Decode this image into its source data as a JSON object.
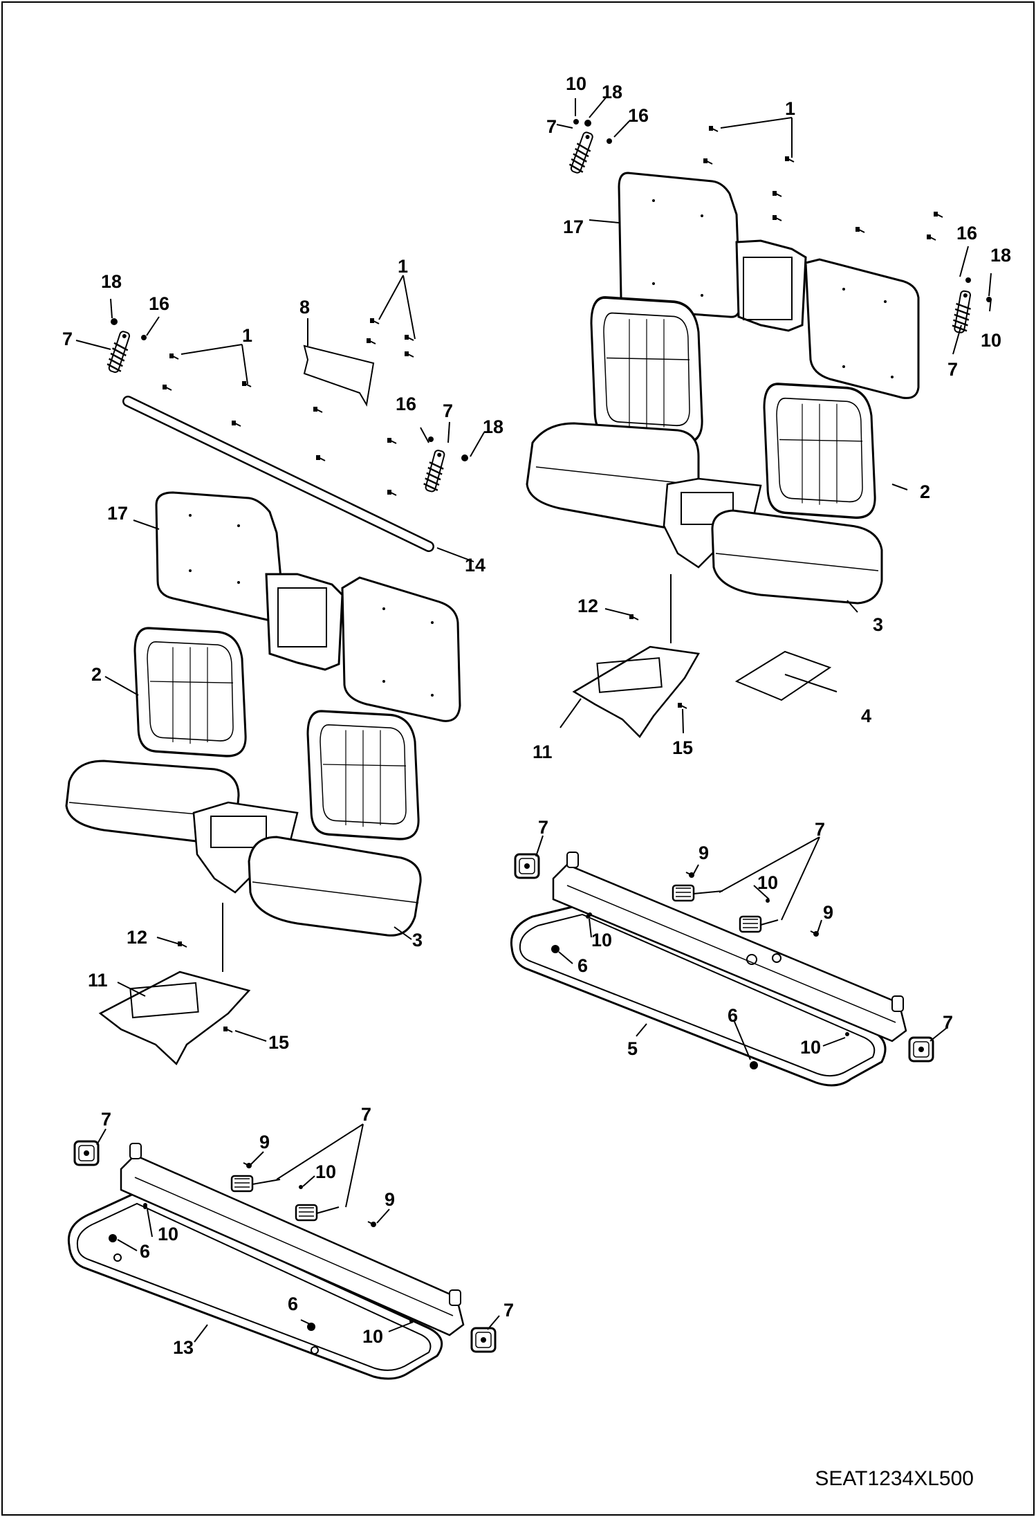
{
  "diagram": {
    "drawing_code": "SEAT1234XL500",
    "callouts": [
      {
        "id": "c-r1",
        "label": "1"
      },
      {
        "id": "c-r10a",
        "label": "10"
      },
      {
        "id": "c-r18a",
        "label": "18"
      },
      {
        "id": "c-r7a",
        "label": "7"
      },
      {
        "id": "c-r16a",
        "label": "16"
      },
      {
        "id": "c-r17",
        "label": "17"
      },
      {
        "id": "c-r16b",
        "label": "16"
      },
      {
        "id": "c-r18b",
        "label": "18"
      },
      {
        "id": "c-r10b",
        "label": "10"
      },
      {
        "id": "c-r7b",
        "label": "7"
      },
      {
        "id": "c-r2",
        "label": "2"
      },
      {
        "id": "c-r3",
        "label": "3"
      },
      {
        "id": "c-r12",
        "label": "12"
      },
      {
        "id": "c-r4",
        "label": "4"
      },
      {
        "id": "c-r11",
        "label": "11"
      },
      {
        "id": "c-r15",
        "label": "15"
      },
      {
        "id": "c-l18a",
        "label": "18"
      },
      {
        "id": "c-l16a",
        "label": "16"
      },
      {
        "id": "c-l7a",
        "label": "7"
      },
      {
        "id": "c-l1a",
        "label": "1"
      },
      {
        "id": "c-l1b",
        "label": "1"
      },
      {
        "id": "c-l8",
        "label": "8"
      },
      {
        "id": "c-l16b",
        "label": "16"
      },
      {
        "id": "c-l7b",
        "label": "7"
      },
      {
        "id": "c-l18b",
        "label": "18"
      },
      {
        "id": "c-l17",
        "label": "17"
      },
      {
        "id": "c-l14",
        "label": "14"
      },
      {
        "id": "c-l2",
        "label": "2"
      },
      {
        "id": "c-l3",
        "label": "3"
      },
      {
        "id": "c-l12",
        "label": "12"
      },
      {
        "id": "c-l11",
        "label": "11"
      },
      {
        "id": "c-l15",
        "label": "15"
      },
      {
        "id": "c-m7a",
        "label": "7"
      },
      {
        "id": "c-m7b",
        "label": "7"
      },
      {
        "id": "c-m9a",
        "label": "9"
      },
      {
        "id": "c-m10a",
        "label": "10"
      },
      {
        "id": "c-m9b",
        "label": "9"
      },
      {
        "id": "c-m10b",
        "label": "10"
      },
      {
        "id": "c-m6a",
        "label": "6"
      },
      {
        "id": "c-m6b",
        "label": "6"
      },
      {
        "id": "c-m5",
        "label": "5"
      },
      {
        "id": "c-m10c",
        "label": "10"
      },
      {
        "id": "c-m7c",
        "label": "7"
      },
      {
        "id": "c-b7a",
        "label": "7"
      },
      {
        "id": "c-b7b",
        "label": "7"
      },
      {
        "id": "c-b9a",
        "label": "9"
      },
      {
        "id": "c-b10a",
        "label": "10"
      },
      {
        "id": "c-b9b",
        "label": "9"
      },
      {
        "id": "c-b10b",
        "label": "10"
      },
      {
        "id": "c-b6a",
        "label": "6"
      },
      {
        "id": "c-b6b",
        "label": "6"
      },
      {
        "id": "c-b13",
        "label": "13"
      },
      {
        "id": "c-b10c",
        "label": "10"
      },
      {
        "id": "c-b7c",
        "label": "7"
      }
    ]
  }
}
